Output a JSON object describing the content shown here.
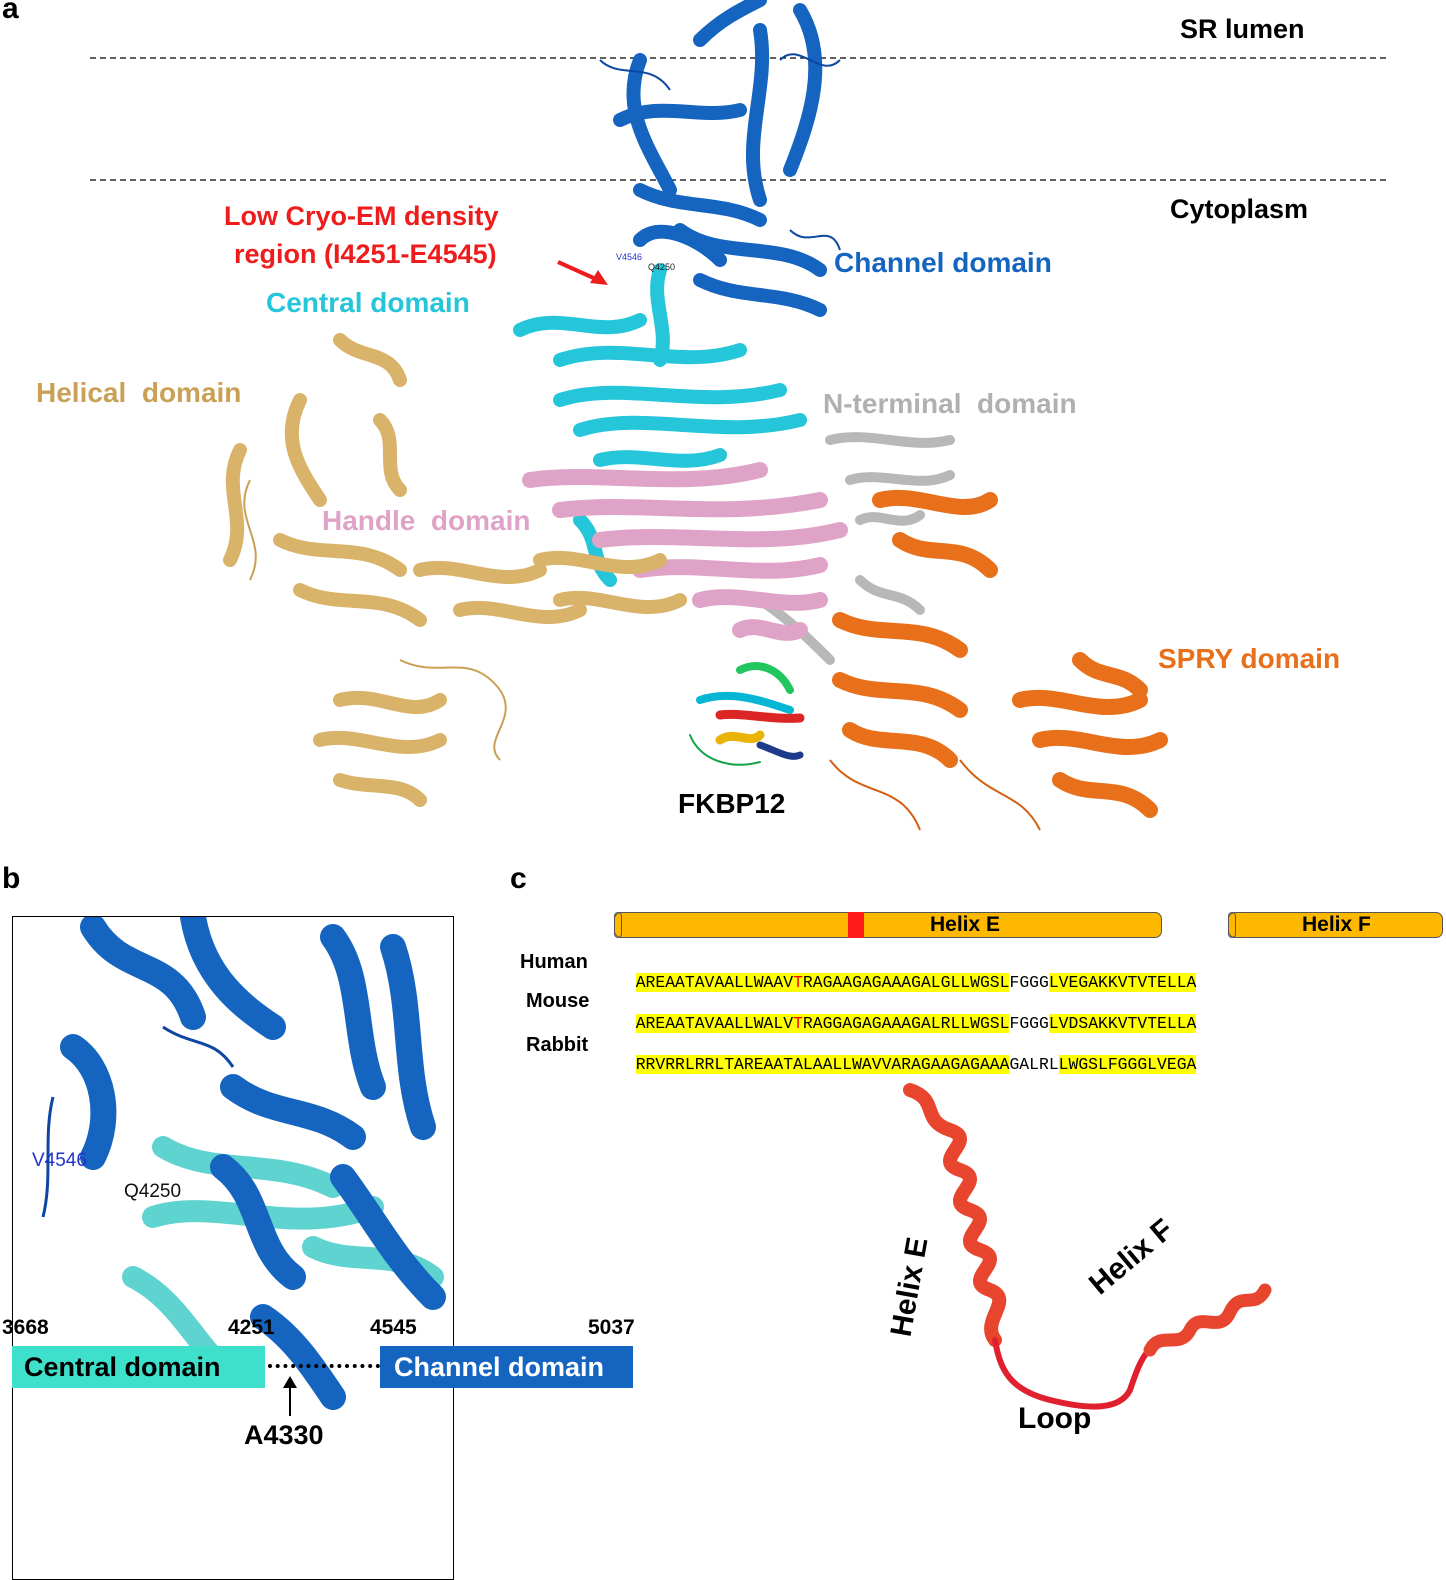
{
  "panel_a": {
    "letter": "a",
    "sr_lumen": "SR lumen",
    "cytoplasm": "Cytoplasm",
    "low_density_line1": "Low Cryo-EM density",
    "low_density_line2": "region (I4251-E4545)",
    "marker_v4546": "V4546",
    "marker_q4250": "Q4250",
    "channel_domain": "Channel domain",
    "central_domain": "Central domain",
    "helical_domain": "Helical  domain",
    "nterminal_domain": "N-terminal  domain",
    "handle_domain": "Handle  domain",
    "spry_domain": "SPRY domain",
    "fkbp12": "FKBP12",
    "colors": {
      "channel": "#1565c0",
      "central": "#26c6da",
      "helical": "#d9b36a",
      "nterminal": "#b0b0b0",
      "handle": "#e0a3c8",
      "spry": "#e8701a",
      "low_density": "#ee1c1c"
    }
  },
  "panel_b": {
    "letter": "b",
    "v4546": "V4546",
    "q4250": "Q4250",
    "pos_3668": "3668",
    "pos_4251": "4251",
    "pos_4545": "4545",
    "pos_5037": "5037",
    "central_domain": "Central domain",
    "channel_domain": "Channel domain",
    "a4330": "A4330"
  },
  "panel_c": {
    "letter": "c",
    "helix_e": "Helix E",
    "helix_f": "Helix F",
    "species": [
      "Human",
      "Mouse",
      "Rabbit"
    ],
    "human": {
      "pre": "AREAATAVAALLWAAV",
      "mut": "T",
      "post": "RAGAAGAGAAAGALGLLWGSL",
      "mid": "FGGG",
      "end": "LVEGAKKVTVTELLA"
    },
    "mouse": {
      "pre": "AREAATAVAALLWALV",
      "mut": "T",
      "post": "RAGGAGAGAAAGALRLLWGSL",
      "mid": "FGGG",
      "end": "LVDSAKKVTVTELLA"
    },
    "rabbit": {
      "hl1": "RRVRRLRRLTAREAATALAALLWAVVARAGAAGAGAAA",
      "mid": "GALRL",
      "hl2": "LWGSLFGGGLVEGA"
    },
    "struct_helix_e": "Helix E",
    "struct_helix_f": "Helix F",
    "struct_loop": "Loop"
  }
}
